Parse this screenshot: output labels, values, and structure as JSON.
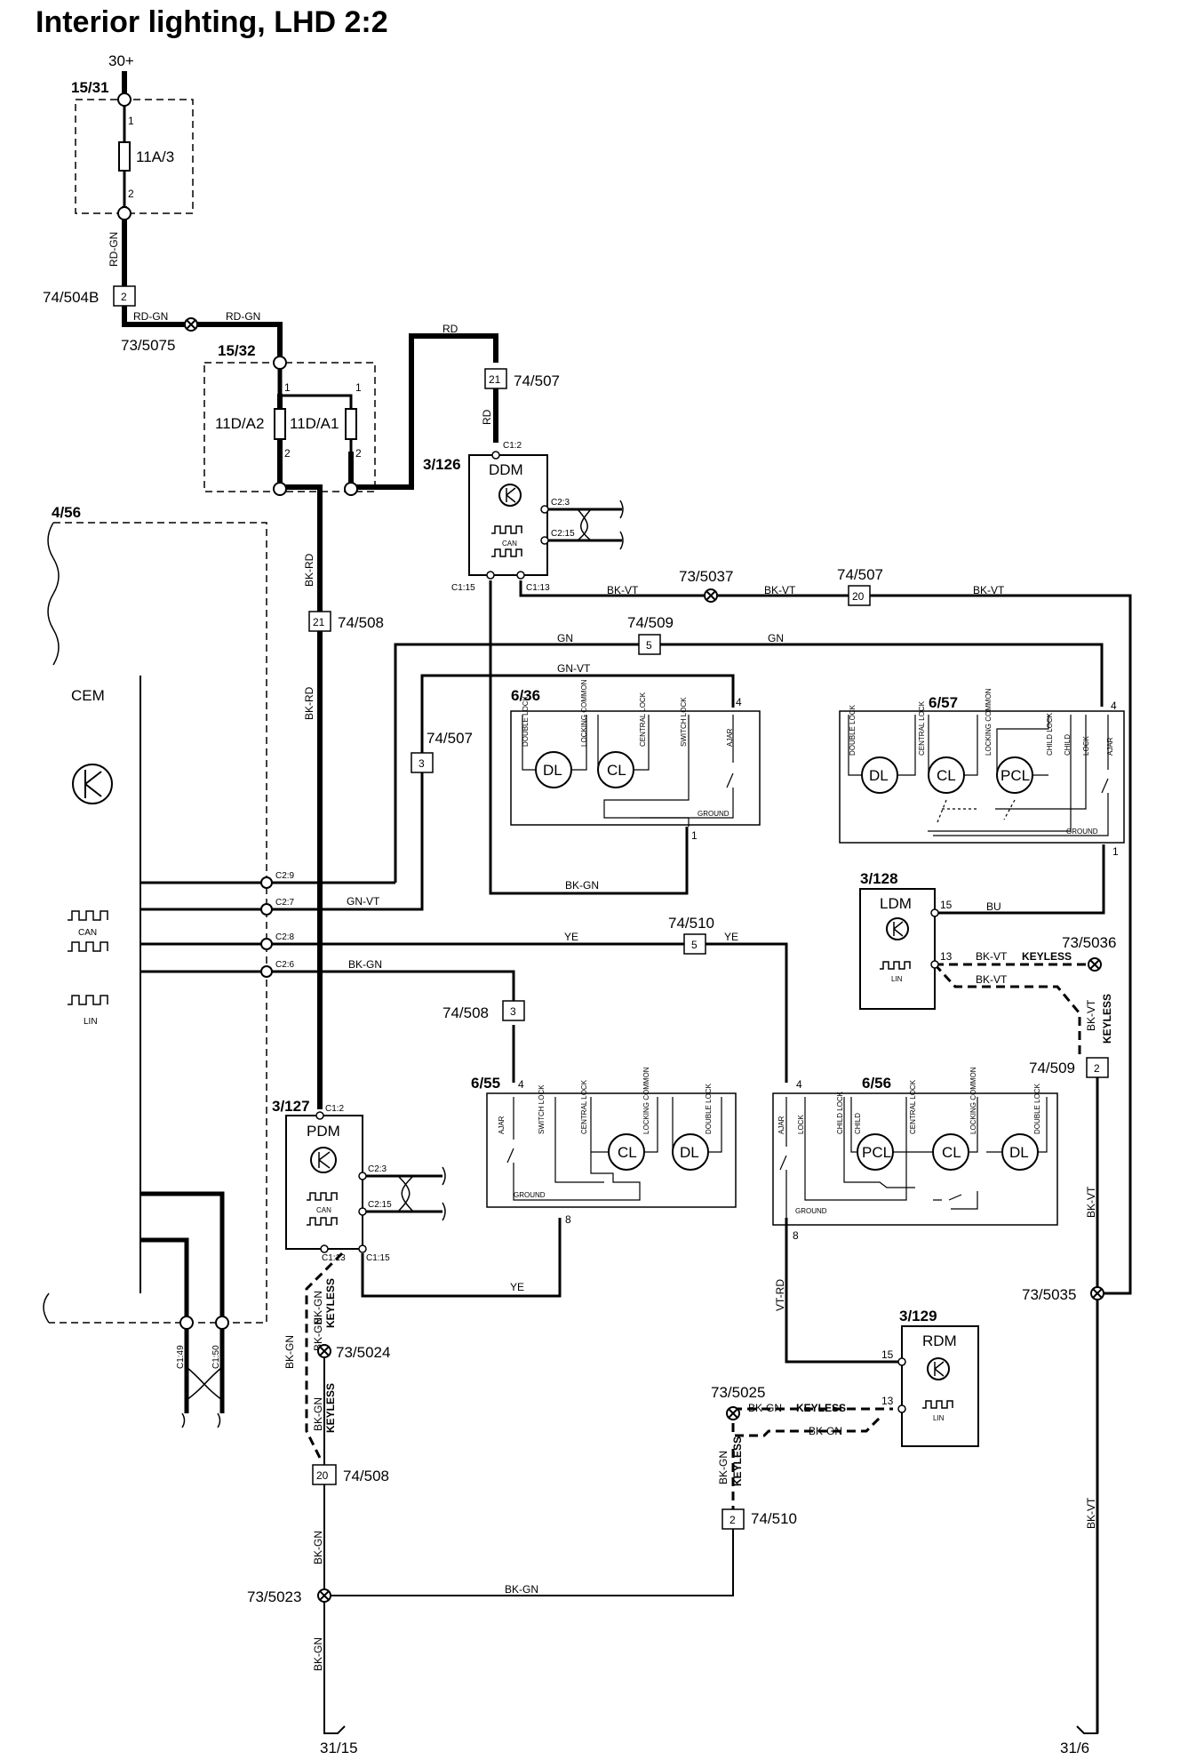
{
  "title": "Interior lighting, LHD 2:2",
  "supply": "30+",
  "fuse_boxes": {
    "central": {
      "ref": "15/31",
      "fuse": "11A/3",
      "pin1": "1",
      "pin2": "2"
    },
    "pair": {
      "ref": "15/32",
      "fuse_a": "11D/A2",
      "fuse_b": "11D/A1",
      "pin1": "1",
      "pin2": "2"
    }
  },
  "connectors": {
    "c504b": {
      "ref": "74/504B",
      "pin": "2"
    },
    "c507_top": {
      "ref": "74/507",
      "pin": "21"
    },
    "c507_mid": {
      "ref": "74/507",
      "pin": "20"
    },
    "c508_top": {
      "ref": "74/508",
      "pin": "21"
    },
    "c509_top": {
      "ref": "74/509",
      "pin": "5"
    },
    "c507_left": {
      "ref": "74/507",
      "pin": "3"
    },
    "c510_top": {
      "ref": "74/510",
      "pin": "5"
    },
    "c508_mid": {
      "ref": "74/508",
      "pin": "3"
    },
    "c509_right": {
      "ref": "74/509",
      "pin": "2"
    },
    "c508_bottom": {
      "ref": "74/508",
      "pin": "20"
    },
    "c510_bottom": {
      "ref": "74/510",
      "pin": "2"
    }
  },
  "splices": {
    "s5075": "73/5075",
    "s5037": "73/5037",
    "s5036": "73/5036",
    "s5024": "73/5024",
    "s5025": "73/5025",
    "s5035": "73/5035",
    "s5023": "73/5023"
  },
  "modules": {
    "ddm": {
      "ref": "3/126",
      "name": "DDM",
      "can": "CAN",
      "pin_c12": "C1:2",
      "pin_c23": "C2:3",
      "pin_c215": "C2:15",
      "pin_c115": "C1:15",
      "pin_c113": "C1:13"
    },
    "pdm": {
      "ref": "3/127",
      "name": "PDM",
      "can": "CAN",
      "pin_c12": "C1:2",
      "pin_c23": "C2:3",
      "pin_c215": "C2:15",
      "pin_c113": "C1:13",
      "pin_c115": "C1:15"
    },
    "cem": {
      "ref": "4/56",
      "name": "CEM",
      "can": "CAN",
      "lin": "LIN",
      "pin_c29": "C2:9",
      "pin_c27": "C2:7",
      "pin_c28": "C2:8",
      "pin_c26": "C2:6",
      "pin_c149": "C1:49",
      "pin_c150": "C1:50"
    },
    "ldm": {
      "ref": "3/128",
      "name": "LDM",
      "lin": "LIN",
      "pin15": "15",
      "pin13": "13"
    },
    "rdm": {
      "ref": "3/129",
      "name": "RDM",
      "lin": "LIN",
      "pin15": "15",
      "pin13": "13"
    }
  },
  "locks": {
    "l636": {
      "ref": "6/36",
      "labels": [
        "DOUBLE LOCK",
        "LOCKING COMMON",
        "CENTRAL LOCK",
        "SWITCH LOCK",
        "AJAR"
      ],
      "motors": [
        "DL",
        "CL"
      ],
      "ground": "GROUND",
      "pin_top": "4",
      "pin_bottom": "1"
    },
    "l657": {
      "ref": "6/57",
      "labels": [
        "DOUBLE LOCK",
        "CENTRAL LOCK",
        "LOCKING COMMON",
        "CHILD LOCK",
        "CHILD",
        "LOCK",
        "AJAR"
      ],
      "motors": [
        "DL",
        "CL",
        "PCL"
      ],
      "ground": "GROUND",
      "pin_top": "4",
      "pin_bottom": "1"
    },
    "l655": {
      "ref": "6/55",
      "labels": [
        "AJAR",
        "SWITCH LOCK",
        "CENTRAL LOCK",
        "LOCKING COMMON",
        "DOUBLE LOCK"
      ],
      "motors": [
        "CL",
        "DL"
      ],
      "ground": "GROUND",
      "pin_top": "4",
      "pin_bottom": "8"
    },
    "l656": {
      "ref": "6/56",
      "labels": [
        "AJAR",
        "LOCK",
        "CHILD LOCK",
        "CHILD",
        "CENTRAL LOCK",
        "LOCKING COMMON",
        "DOUBLE LOCK"
      ],
      "motors": [
        "PCL",
        "CL",
        "DL"
      ],
      "ground": "GROUND",
      "pin_top": "4",
      "pin_bottom": "8"
    }
  },
  "wires": {
    "rd_gn": "RD-GN",
    "rd": "RD",
    "bk_rd": "BK-RD",
    "bk_vt": "BK-VT",
    "gn": "GN",
    "gn_vt": "GN-VT",
    "bk_gn": "BK-GN",
    "ye": "YE",
    "bu": "BU",
    "vt_rd": "VT-RD",
    "keyless": "KEYLESS"
  },
  "grounds": {
    "left": "31/15",
    "right": "31/6"
  }
}
